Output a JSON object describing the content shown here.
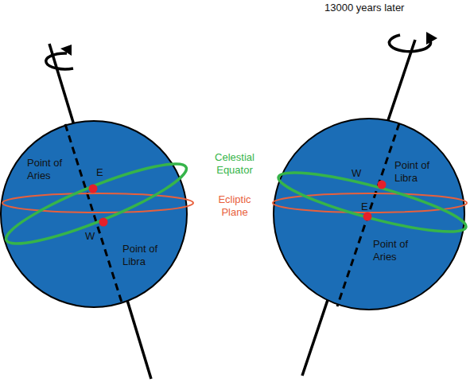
{
  "diagram": {
    "labels": [
      "13000 years later",
      "Point of Aries",
      "E",
      "Celestial Equator",
      "Ecliptic Plane",
      "W",
      "Point of Libra",
      "W",
      "Point of Libra",
      "E",
      "Point of Aries"
    ]
  }
}
